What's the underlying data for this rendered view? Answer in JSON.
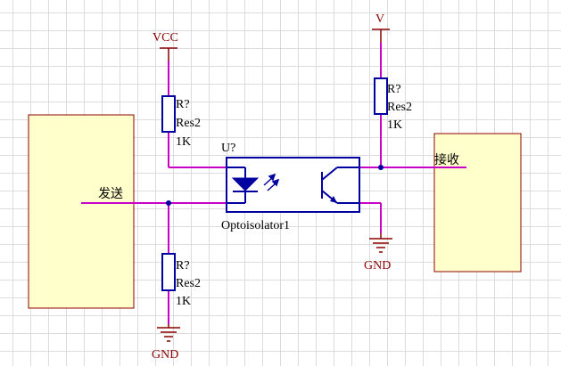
{
  "colors": {
    "wire": "#c800c8",
    "component": "#0000a0",
    "power": "#8b0000",
    "block_fill": "#ffffcc",
    "block_border": "#8b0000"
  },
  "labels": {
    "vcc": "VCC",
    "v": "V",
    "gnd": "GND",
    "res_designator": "R?",
    "res_type": "Res2",
    "res_value": "1K",
    "opto_designator": "U?",
    "opto_name": "Optoisolator1",
    "send": "发送",
    "receive": "接收"
  }
}
